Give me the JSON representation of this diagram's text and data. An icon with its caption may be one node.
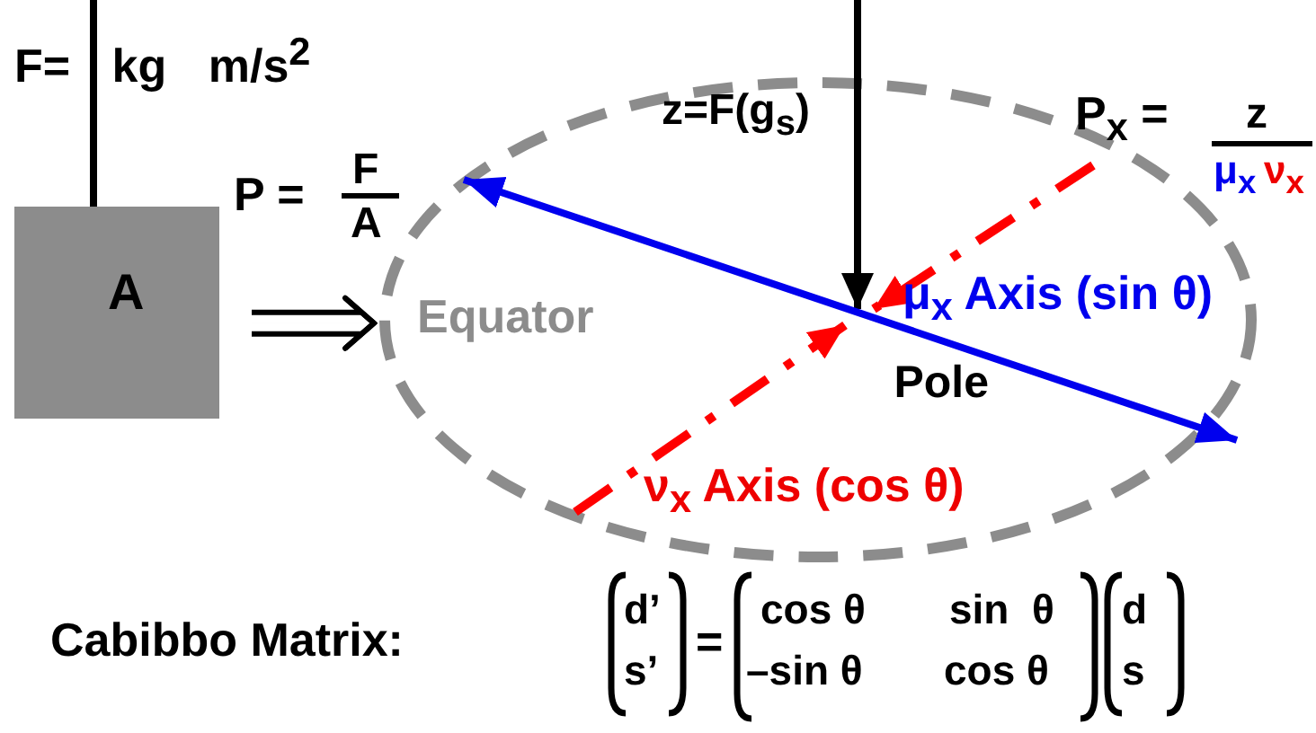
{
  "diagram": {
    "nodes": [
      {
        "text": [
          "A"
        ]
      },
      {
        "text": [
          "Equator"
        ]
      },
      {
        "text": [
          "Pole"
        ],
        "in": 1
      }
    ],
    "edges": [
      {
        "from": 0,
        "to": 1,
        "arrow": "to"
      },
      {
        "from": null,
        "to": 2,
        "arrow": "to"
      },
      {
        "from": null,
        "to": 2,
        "arrow": "to",
        "style": "dashed",
        "color": "#ff0000"
      },
      {
        "from": null,
        "to": 2,
        "arrow": "to",
        "style": "dashed",
        "color": "#ff0000"
      }
    ],
    "labels": [
      "F= kg m/s$^{2}$",
      "P =",
      "F",
      "A",
      "z=F(g$_{s}$)",
      "P$_{x}$ =",
      "z",
      "μ$_{x}$",
      "ν$_{x}$",
      "μ$_{x}$ Axis (sin θ)",
      "ν$_{x}$ Axis (cos θ)",
      "Cabibbo Matrix:",
      "d’",
      "s’",
      "=",
      "cos θ",
      "sin  θ",
      "–sin θ",
      "cos θ",
      "d",
      "s"
    ]
  }
}
